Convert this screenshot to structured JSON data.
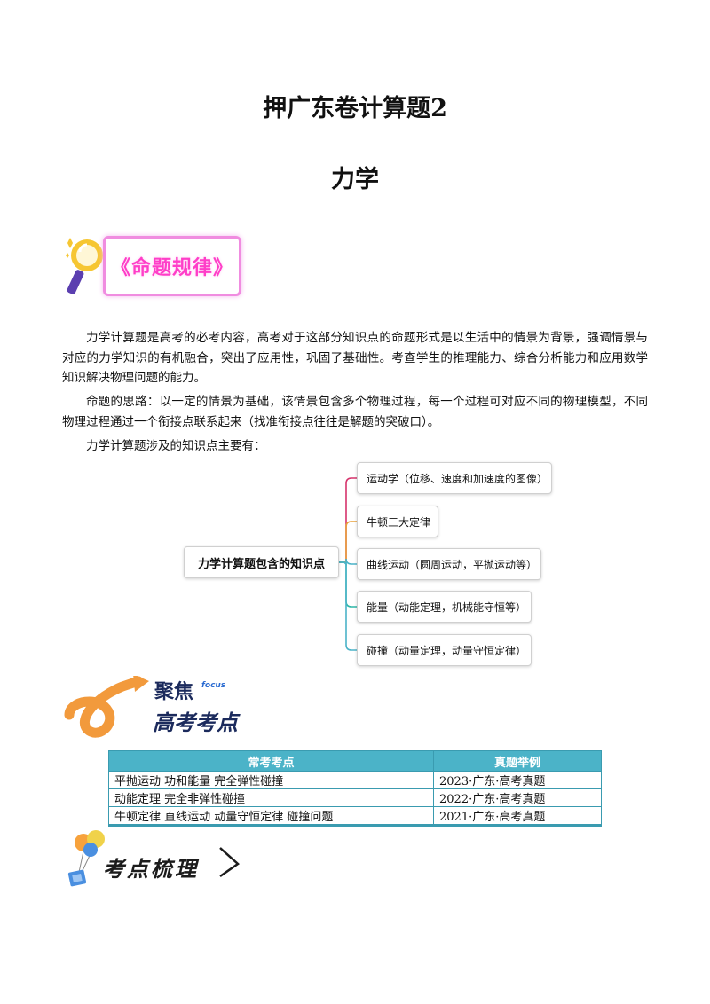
{
  "doc": {
    "title": "押广东卷计算题2",
    "subtitle": "力学"
  },
  "banner1": {
    "label": "《命题规律》"
  },
  "paragraphs": {
    "p1": "力学计算题是高考的必考内容，高考对于这部分知识点的命题形式是以生活中的情景为背景，强调情景与对应的力学知识的有机融合，突出了应用性，巩固了基础性。考查学生的推理能力、综合分析能力和应用数学知识解决物理问题的能力。",
    "p2": "命题的思路：以一定的情景为基础，该情景包含多个物理过程，每一个过程可对应不同的物理模型，不同物理过程通过一个衔接点联系起来（找准衔接点往往是解题的突破口）。",
    "p3": "力学计算题涉及的知识点主要有："
  },
  "mindmap": {
    "root": "力学计算题包含的知识点",
    "branches": [
      {
        "label": "运动学（位移、速度和加速度的图像）",
        "color": "#d6336c"
      },
      {
        "label": "牛顿三大定律",
        "color": "#e8a13a"
      },
      {
        "label": "曲线运动（圆周运动，平抛运动等）",
        "color": "#4bb3c8"
      },
      {
        "label": "能量（动能定理，机械能守恒等）",
        "color": "#2fb7a8"
      },
      {
        "label": "碰撞（动量定理，动量守恒定律）",
        "color": "#4bb3c8"
      }
    ]
  },
  "banner2": {
    "line1": "聚焦",
    "focus": "focus",
    "line2": "高考考点"
  },
  "table": {
    "headers": [
      "常考考点",
      "真题举例"
    ],
    "rows": [
      [
        "平抛运动  功和能量  完全弹性碰撞",
        "2023·广东·高考真题"
      ],
      [
        "动能定理  完全非弹性碰撞",
        "2022·广东·高考真题"
      ],
      [
        "牛顿定律  直线运动  动量守恒定律  碰撞问题",
        "2021·广东·高考真题"
      ]
    ]
  },
  "banner3": {
    "label": "考点梳理"
  },
  "colors": {
    "accent": "#4bb3c8",
    "pink": "#ff3ec8",
    "orange": "#f29a3c",
    "navy": "#1b2a5c"
  }
}
